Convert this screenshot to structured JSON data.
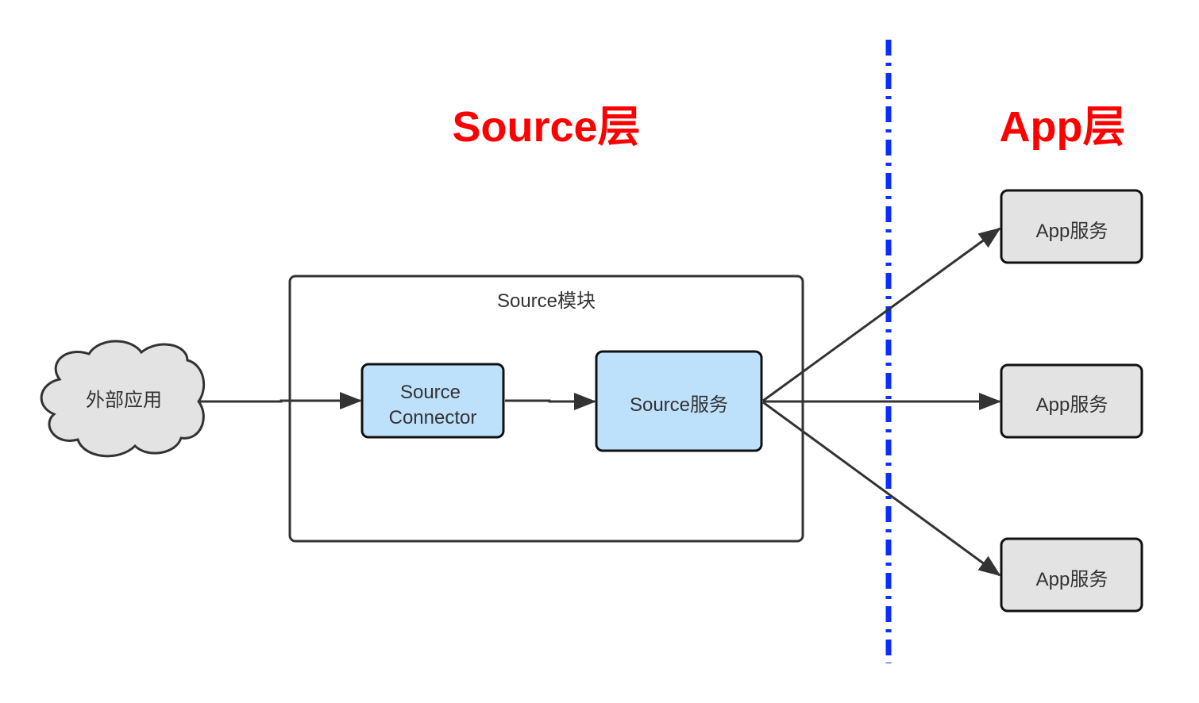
{
  "colors": {
    "layer_title": "#ff0000",
    "divider": "#0a2eff",
    "stroke": "#333333",
    "blue_fill": "#bde0fb",
    "gray_fill": "#e3e3e3",
    "cloud_fill": "#e3e3e3"
  },
  "layers": {
    "source_title": "Source层",
    "app_title": "App层"
  },
  "external": {
    "label": "外部应用"
  },
  "source_module": {
    "label": "Source模块",
    "connector_line1": "Source",
    "connector_line2": "Connector",
    "service_label": "Source服务"
  },
  "app_services": [
    {
      "label": "App服务"
    },
    {
      "label": "App服务"
    },
    {
      "label": "App服务"
    }
  ]
}
